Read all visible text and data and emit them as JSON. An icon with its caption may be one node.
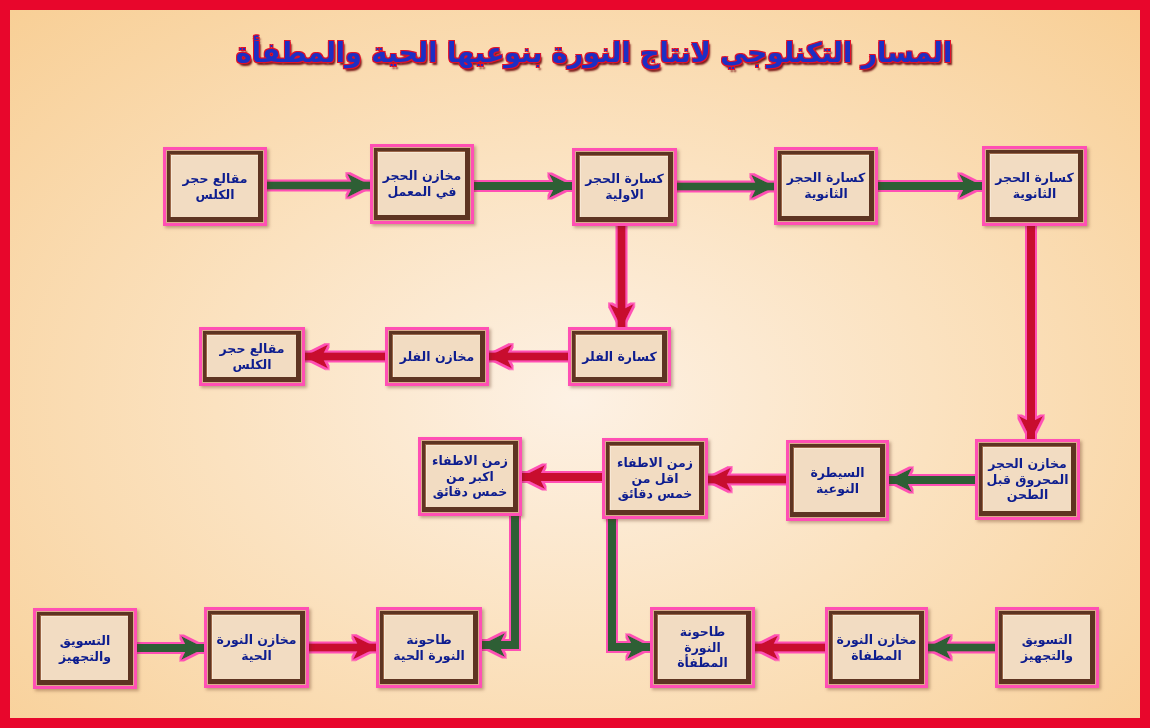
{
  "diagram": {
    "title": "المسار التكنلوجي لانتاج النورة بنوعيها الحية والمطفأة",
    "nodes": [
      {
        "text": [
          "مقالع حجر الكلس"
        ]
      },
      {
        "text": [
          "مخازن الحجر في المعمل"
        ]
      },
      {
        "text": [
          "كسارة الحجر الاولية"
        ]
      },
      {
        "text": [
          "كسارة الحجر الثانوية"
        ]
      },
      {
        "text": [
          "كسارة الحجر الثانوية"
        ]
      },
      {
        "text": [
          "كسارة الفلر"
        ]
      },
      {
        "text": [
          "مخازن الفلر"
        ]
      },
      {
        "text": [
          "مقالع حجر الكلس"
        ]
      },
      {
        "text": [
          "مخازن الحجر المحروق قبل الطحن"
        ]
      },
      {
        "text": [
          "السيطرة النوعية"
        ]
      },
      {
        "text": [
          "زمن الاطفاء اقل من خمس دقائق"
        ]
      },
      {
        "text": [
          "زمن الاطفاء اكبر من خمس دقائق"
        ]
      },
      {
        "text": [
          "التسويق والتجهيز"
        ]
      },
      {
        "text": [
          "مخازن النورة الحية"
        ]
      },
      {
        "text": [
          "طاحونة النورة الحية"
        ]
      },
      {
        "text": [
          "طاحونة النورة المطفأة"
        ]
      },
      {
        "text": [
          "مخازن النورة المطفاة"
        ]
      },
      {
        "text": [
          "التسويق والتجهيز"
        ]
      }
    ],
    "edges": [
      {
        "from": 0,
        "to": 1,
        "arrow": "to"
      },
      {
        "from": 1,
        "to": 2,
        "arrow": "to"
      },
      {
        "from": 2,
        "to": 3,
        "arrow": "to"
      },
      {
        "from": 3,
        "to": 4,
        "arrow": "to"
      },
      {
        "from": 4,
        "to": 8,
        "arrow": "to",
        "color": "#c8102e"
      },
      {
        "from": 2,
        "to": 5,
        "arrow": "to",
        "color": "#c8102e"
      },
      {
        "from": 5,
        "to": 6,
        "arrow": "to",
        "color": "#c8102e"
      },
      {
        "from": 6,
        "to": 7,
        "arrow": "to",
        "color": "#c8102e"
      },
      {
        "from": 8,
        "to": 9,
        "arrow": "to"
      },
      {
        "from": 9,
        "to": 10,
        "arrow": "to",
        "color": "#c8102e"
      },
      {
        "from": 10,
        "to": 11,
        "arrow": "to",
        "color": "#c8102e"
      },
      {
        "from": 11,
        "to": 14,
        "arrow": "to"
      },
      {
        "from": 10,
        "to": 15,
        "arrow": "to"
      },
      {
        "from": 12,
        "to": 13,
        "arrow": "to"
      },
      {
        "from": 13,
        "to": 14,
        "arrow": "to",
        "color": "#c8102e"
      },
      {
        "from": 17,
        "to": 16,
        "arrow": "to"
      },
      {
        "from": 16,
        "to": 15,
        "arrow": "to",
        "color": "#c8102e"
      }
    ]
  }
}
